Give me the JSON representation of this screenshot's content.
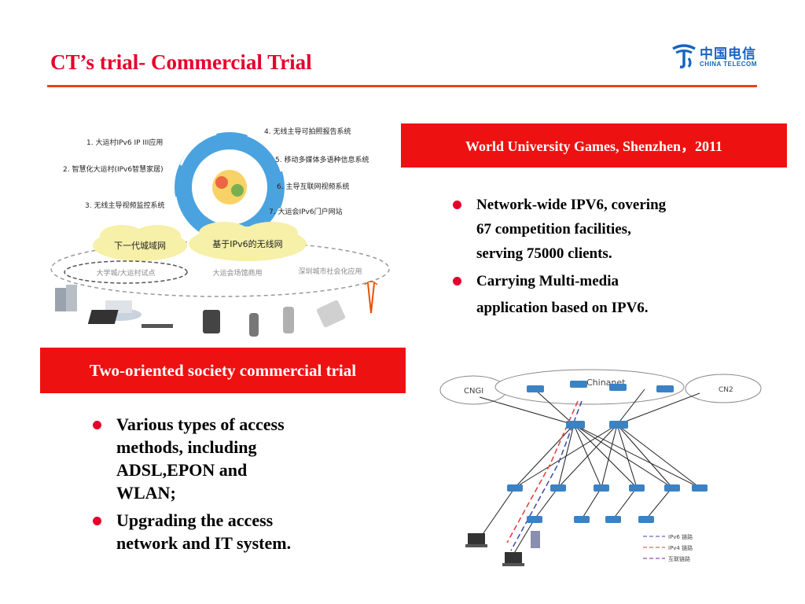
{
  "slide": {
    "title": "CT’s trial- Commercial Trial",
    "logo": {
      "cn": "中国电信",
      "en": "CHINA TELECOM"
    },
    "right_panel": {
      "heading": "World University Games, Shenzhen，2011",
      "bullets": [
        {
          "lines": [
            "Network-wide IPV6, covering",
            "67 competition facilities,",
            "serving 75000 clients."
          ]
        },
        {
          "lines": [
            "Carrying Multi-media",
            "application based on IPV6."
          ]
        }
      ]
    },
    "left_panel": {
      "heading": "Two-oriented society commercial trial",
      "bullets": [
        {
          "lines": [
            "Various types of access",
            "methods, including",
            "ADSL,EPON and",
            "WLAN;"
          ]
        },
        {
          "lines": [
            "Upgrading the access",
            "network and IT system."
          ]
        }
      ]
    },
    "figure_top": {
      "items_left": [
        "1. 大运村IPv6 IP III应用",
        "2. 智慧化大运村(IPv6智慧家居)",
        "3. 无线主导视频监控系统"
      ],
      "items_right": [
        "4. 无线主导可拍照报告系统",
        "5. 移动多媒体多语种信息系统",
        "6. 主导互联网视频系统",
        "7. 大运会IPv6门户网站"
      ],
      "cloud_left": "下一代城域网",
      "cloud_right": "基于IPv6的无线网",
      "zones": [
        "大学城/大运村试点",
        "大运会场馆商用",
        "深圳城市社会化应用"
      ]
    },
    "figure_bottom": {
      "cloud_left": "CNGI",
      "cloud_center": "Chinanet",
      "cloud_right": "CN2",
      "legend": [
        "IPv6 链路",
        "IPv4 链路",
        "互联链路"
      ],
      "colors": {
        "link_black": "#222222",
        "link_red": "#e53935",
        "link_blue": "#3949ab",
        "router": "#3b82c4"
      }
    }
  }
}
